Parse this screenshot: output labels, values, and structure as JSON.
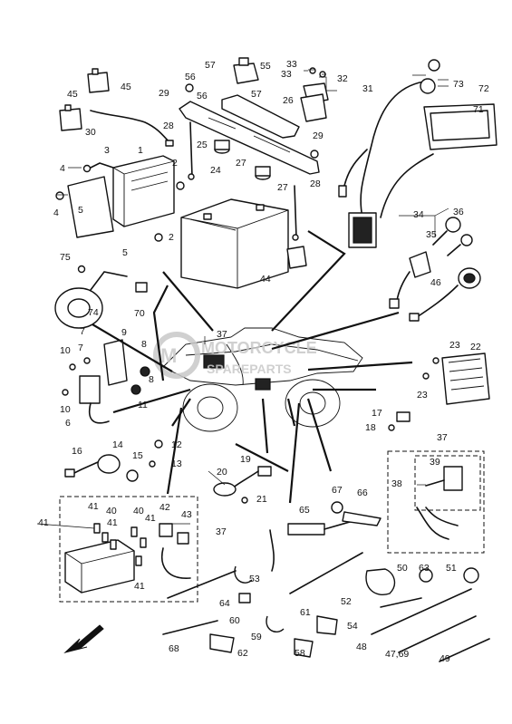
{
  "watermark": {
    "line1": "MOTORCYCLE",
    "line2": "SPAREPARTS",
    "color": "#c8c8c8"
  },
  "labels": [
    {
      "id": "57a",
      "text": "57"
    },
    {
      "id": "55",
      "text": "55"
    },
    {
      "id": "33a",
      "text": "33"
    },
    {
      "id": "33b",
      "text": "33"
    },
    {
      "id": "32",
      "text": "32"
    },
    {
      "id": "31",
      "text": "31"
    },
    {
      "id": "73",
      "text": "73"
    },
    {
      "id": "72",
      "text": "72"
    },
    {
      "id": "45a",
      "text": "45"
    },
    {
      "id": "56a",
      "text": "56"
    },
    {
      "id": "29a",
      "text": "29"
    },
    {
      "id": "56b",
      "text": "56"
    },
    {
      "id": "57b",
      "text": "57"
    },
    {
      "id": "26",
      "text": "26"
    },
    {
      "id": "45b",
      "text": "45"
    },
    {
      "id": "71",
      "text": "71"
    },
    {
      "id": "30",
      "text": "30"
    },
    {
      "id": "28a",
      "text": "28"
    },
    {
      "id": "25",
      "text": "25"
    },
    {
      "id": "29b",
      "text": "29"
    },
    {
      "id": "3",
      "text": "3"
    },
    {
      "id": "1",
      "text": "1"
    },
    {
      "id": "27a",
      "text": "27"
    },
    {
      "id": "2a",
      "text": "2"
    },
    {
      "id": "4a",
      "text": "4"
    },
    {
      "id": "24",
      "text": "24"
    },
    {
      "id": "27b",
      "text": "27"
    },
    {
      "id": "28b",
      "text": "28"
    },
    {
      "id": "4b",
      "text": "4"
    },
    {
      "id": "5a",
      "text": "5"
    },
    {
      "id": "2b",
      "text": "2"
    },
    {
      "id": "34",
      "text": "34"
    },
    {
      "id": "36",
      "text": "36"
    },
    {
      "id": "35",
      "text": "35"
    },
    {
      "id": "5b",
      "text": "5"
    },
    {
      "id": "75",
      "text": "75"
    },
    {
      "id": "44",
      "text": "44"
    },
    {
      "id": "46",
      "text": "46"
    },
    {
      "id": "74",
      "text": "74"
    },
    {
      "id": "70",
      "text": "70"
    },
    {
      "id": "37a",
      "text": "37"
    },
    {
      "id": "23a",
      "text": "23"
    },
    {
      "id": "22",
      "text": "22"
    },
    {
      "id": "7a",
      "text": "7"
    },
    {
      "id": "9",
      "text": "9"
    },
    {
      "id": "8a",
      "text": "8"
    },
    {
      "id": "10a",
      "text": "10"
    },
    {
      "id": "7b",
      "text": "7"
    },
    {
      "id": "8b",
      "text": "8"
    },
    {
      "id": "23b",
      "text": "23"
    },
    {
      "id": "10b",
      "text": "10"
    },
    {
      "id": "11",
      "text": "11"
    },
    {
      "id": "17",
      "text": "17"
    },
    {
      "id": "6",
      "text": "6"
    },
    {
      "id": "18",
      "text": "18"
    },
    {
      "id": "37b",
      "text": "37"
    },
    {
      "id": "12",
      "text": "12"
    },
    {
      "id": "16",
      "text": "16"
    },
    {
      "id": "14",
      "text": "14"
    },
    {
      "id": "15",
      "text": "15"
    },
    {
      "id": "13",
      "text": "13"
    },
    {
      "id": "19",
      "text": "19"
    },
    {
      "id": "39",
      "text": "39"
    },
    {
      "id": "20",
      "text": "20"
    },
    {
      "id": "38",
      "text": "38"
    },
    {
      "id": "21",
      "text": "21"
    },
    {
      "id": "67",
      "text": "67"
    },
    {
      "id": "66",
      "text": "66"
    },
    {
      "id": "65",
      "text": "65"
    },
    {
      "id": "42",
      "text": "42"
    },
    {
      "id": "41a",
      "text": "41"
    },
    {
      "id": "40a",
      "text": "40"
    },
    {
      "id": "40b",
      "text": "40"
    },
    {
      "id": "43",
      "text": "43"
    },
    {
      "id": "41b",
      "text": "41"
    },
    {
      "id": "41c",
      "text": "41"
    },
    {
      "id": "41d",
      "text": "41"
    },
    {
      "id": "37c",
      "text": "37"
    },
    {
      "id": "50",
      "text": "50"
    },
    {
      "id": "63",
      "text": "63"
    },
    {
      "id": "51",
      "text": "51"
    },
    {
      "id": "53",
      "text": "53"
    },
    {
      "id": "41e",
      "text": "41"
    },
    {
      "id": "52",
      "text": "52"
    },
    {
      "id": "64",
      "text": "64"
    },
    {
      "id": "61",
      "text": "61"
    },
    {
      "id": "60",
      "text": "60"
    },
    {
      "id": "54",
      "text": "54"
    },
    {
      "id": "48",
      "text": "48"
    },
    {
      "id": "68",
      "text": "68"
    },
    {
      "id": "59",
      "text": "59"
    },
    {
      "id": "4769",
      "text": "47,69"
    },
    {
      "id": "62",
      "text": "62"
    },
    {
      "id": "58",
      "text": "58"
    },
    {
      "id": "49",
      "text": "49"
    }
  ]
}
